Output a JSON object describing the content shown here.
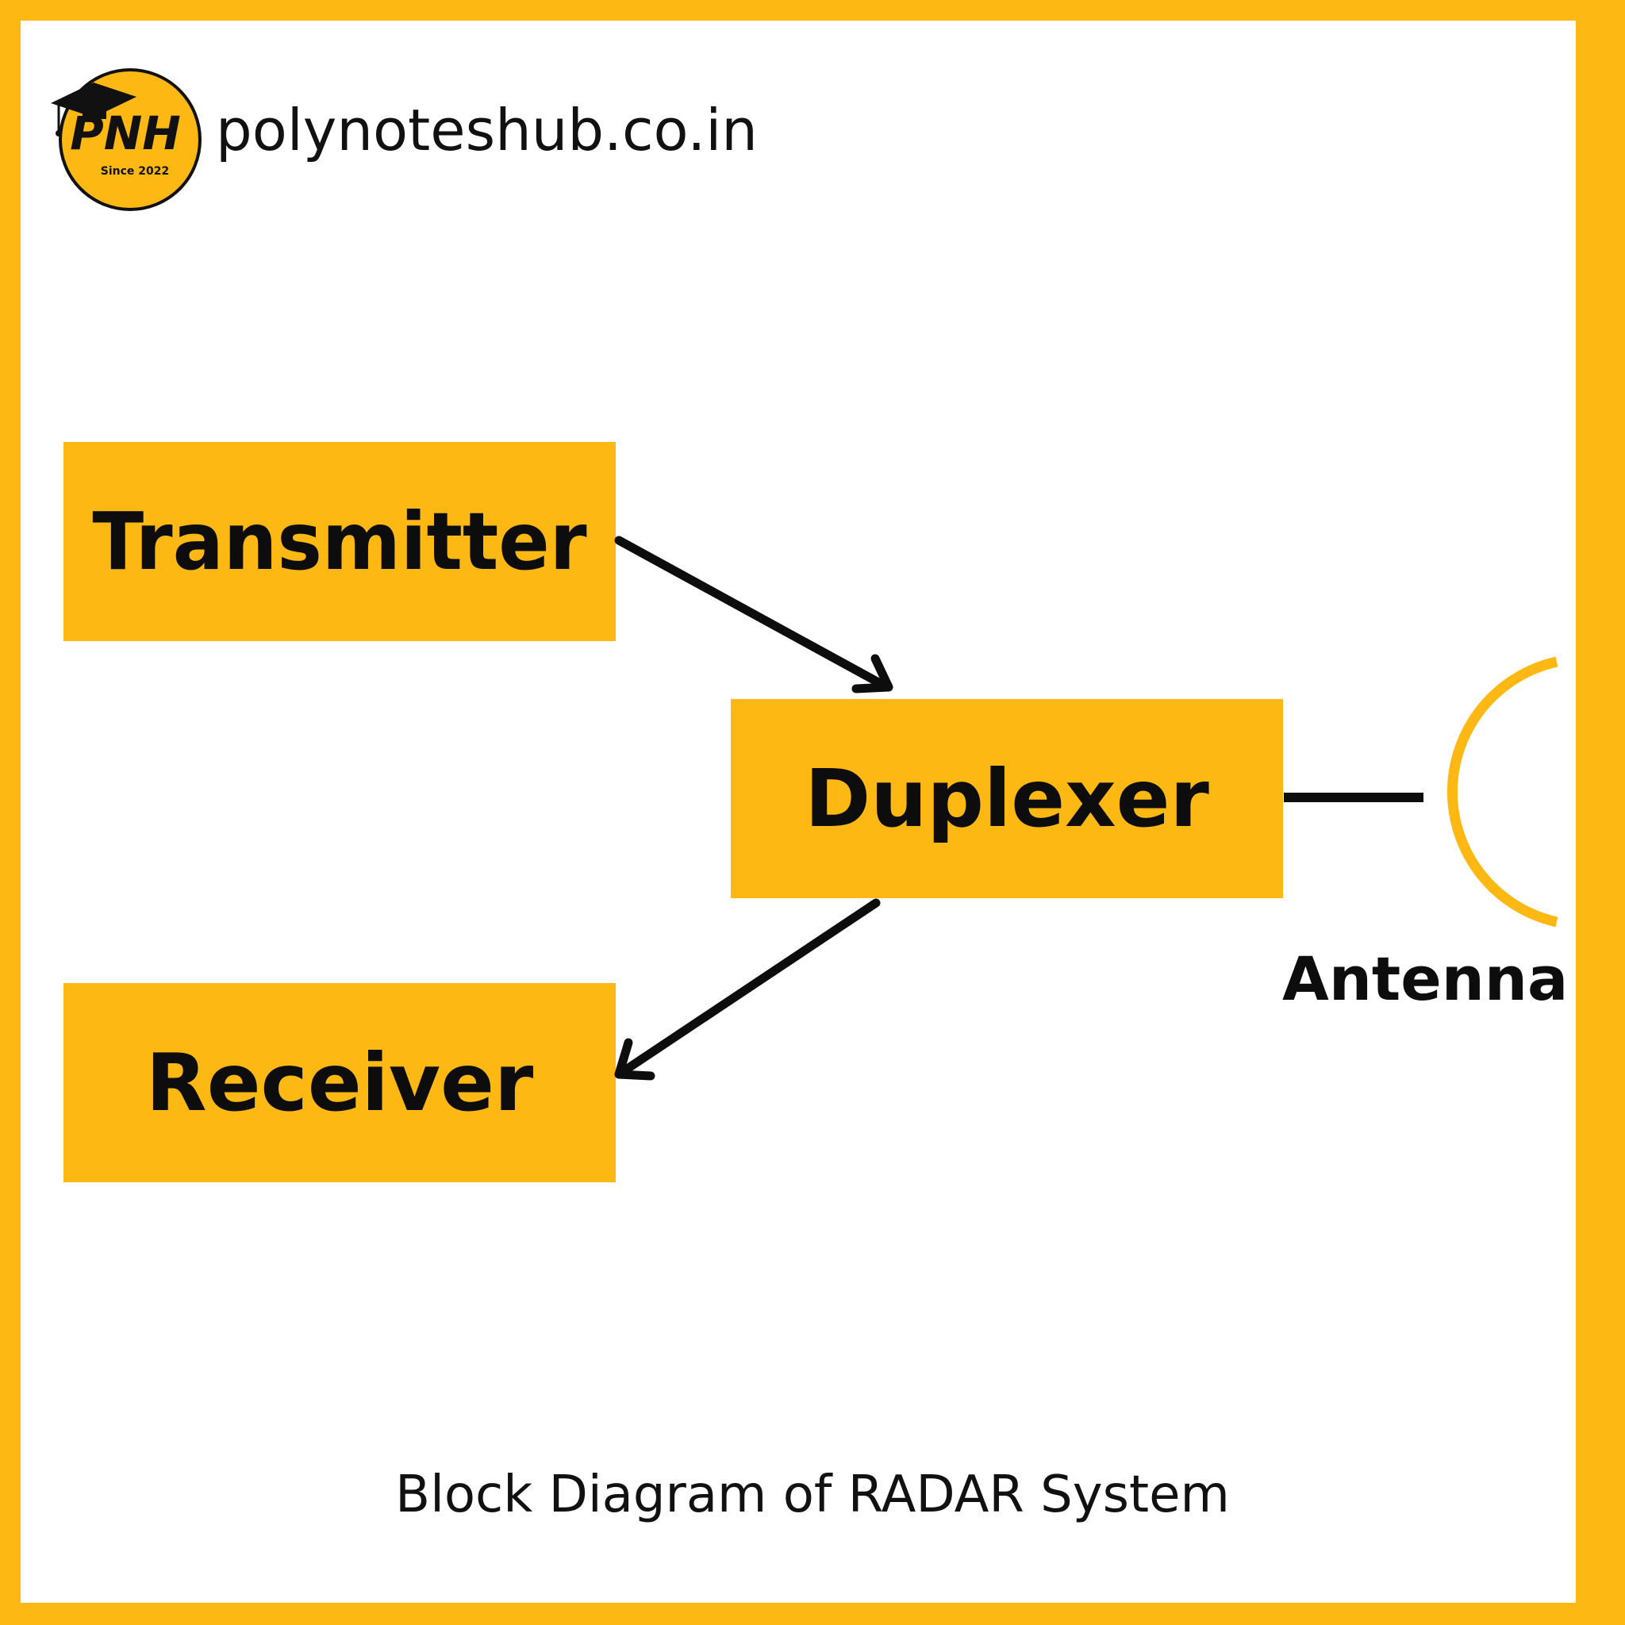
{
  "header": {
    "logo_text": "PNH",
    "logo_since": "Since 2022",
    "site_url": "polynoteshub.co.in"
  },
  "blocks": {
    "transmitter": "Transmitter",
    "duplexer": "Duplexer",
    "receiver": "Receiver"
  },
  "antenna_label": "Antenna",
  "caption": "Block Diagram of RADAR System",
  "colors": {
    "accent": "#FDB813",
    "text": "#0D0D0D",
    "background": "#FFFFFF"
  },
  "icons": [
    "graduation-cap-icon",
    "antenna-dish-icon",
    "arrow-icon"
  ]
}
